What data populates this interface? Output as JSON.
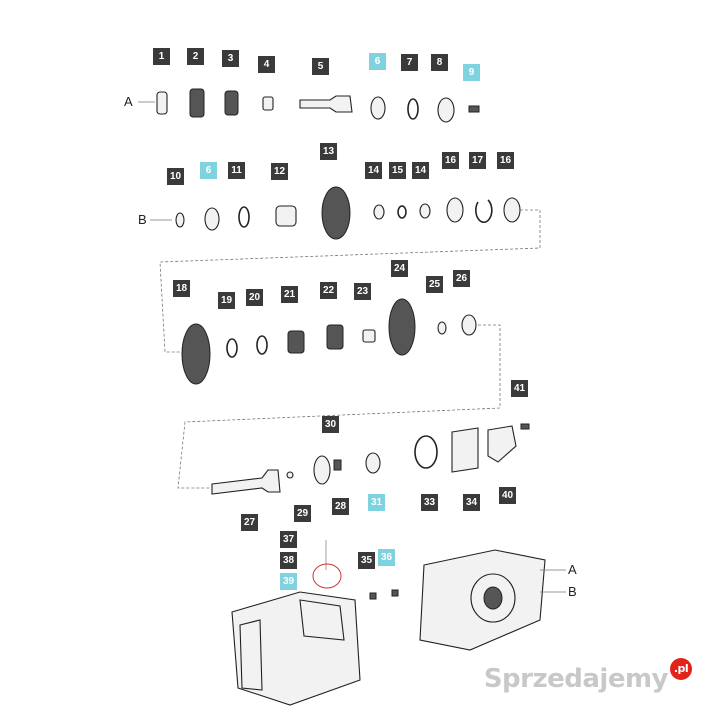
{
  "callouts": [
    {
      "label": "1",
      "highlight": false
    },
    {
      "label": "2",
      "highlight": false
    },
    {
      "label": "3",
      "highlight": false
    },
    {
      "label": "4",
      "highlight": false
    },
    {
      "label": "5",
      "highlight": false
    },
    {
      "label": "6",
      "highlight": true
    },
    {
      "label": "7",
      "highlight": false
    },
    {
      "label": "8",
      "highlight": false
    },
    {
      "label": "9",
      "highlight": true
    },
    {
      "label": "10",
      "highlight": false
    },
    {
      "label": "6",
      "highlight": true
    },
    {
      "label": "11",
      "highlight": false
    },
    {
      "label": "12",
      "highlight": false
    },
    {
      "label": "13",
      "highlight": false
    },
    {
      "label": "14",
      "highlight": false
    },
    {
      "label": "15",
      "highlight": false
    },
    {
      "label": "14",
      "highlight": false
    },
    {
      "label": "16",
      "highlight": false
    },
    {
      "label": "17",
      "highlight": false
    },
    {
      "label": "16",
      "highlight": false
    },
    {
      "label": "18",
      "highlight": false
    },
    {
      "label": "19",
      "highlight": false
    },
    {
      "label": "20",
      "highlight": false
    },
    {
      "label": "21",
      "highlight": false
    },
    {
      "label": "22",
      "highlight": false
    },
    {
      "label": "23",
      "highlight": false
    },
    {
      "label": "24",
      "highlight": false
    },
    {
      "label": "25",
      "highlight": false
    },
    {
      "label": "26",
      "highlight": false
    },
    {
      "label": "41",
      "highlight": false
    },
    {
      "label": "30",
      "highlight": false
    },
    {
      "label": "27",
      "highlight": false
    },
    {
      "label": "29",
      "highlight": false
    },
    {
      "label": "28",
      "highlight": false
    },
    {
      "label": "31",
      "highlight": true
    },
    {
      "label": "33",
      "highlight": false
    },
    {
      "label": "34",
      "highlight": false
    },
    {
      "label": "40",
      "highlight": false
    },
    {
      "label": "37",
      "highlight": false
    },
    {
      "label": "38",
      "highlight": false
    },
    {
      "label": "39",
      "highlight": true
    },
    {
      "label": "35",
      "highlight": false
    },
    {
      "label": "36",
      "highlight": true
    }
  ],
  "letters": {
    "row_a": "A",
    "row_b": "B",
    "housing_a": "A",
    "housing_b": "B"
  },
  "watermark": {
    "text": "Sprzedajemy",
    "suffix": ".pl"
  },
  "colors": {
    "callout_dark": "#3a3a3a",
    "callout_highlight": "#7fd3df",
    "watermark_badge": "#e2231a"
  }
}
